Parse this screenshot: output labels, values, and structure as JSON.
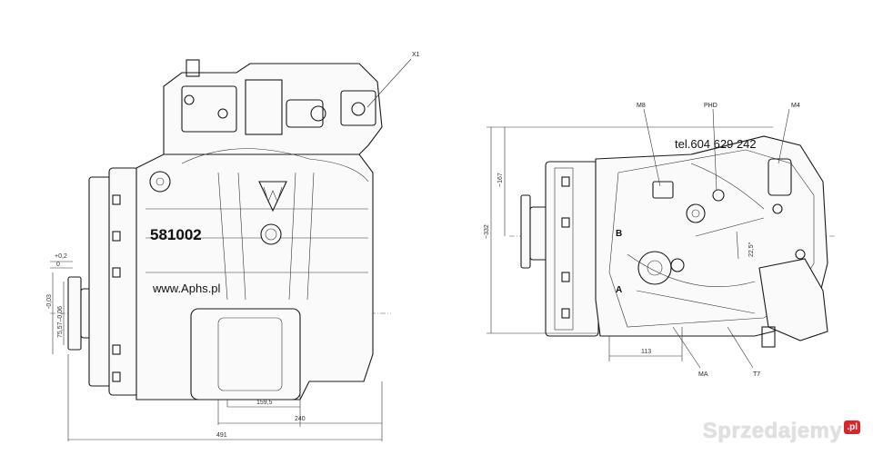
{
  "left_view": {
    "model_number": "581002",
    "website": "www.Aphs.pl",
    "dimensions": {
      "d_159_5": "159,5",
      "d_240": "240",
      "d_491": "491",
      "tol_plus": "+0,2",
      "tol_zero": "0",
      "tol_minus": "-0,03",
      "tol_dia": "75,57–0,06"
    },
    "callout_x1": "X1"
  },
  "right_view": {
    "phone": "tel.604 629 242",
    "callouts": {
      "m8": "M8",
      "phd": "PHD",
      "m4": "M4",
      "ma": "MA",
      "t7": "T7"
    },
    "dimensions": {
      "d_167": "~167",
      "d_332": "~332",
      "d_113": "113",
      "angle": "22,5°"
    },
    "port_b": "B",
    "port_a": "A"
  },
  "watermark": {
    "text": "Sprzedajemy",
    "badge": ".pl"
  }
}
